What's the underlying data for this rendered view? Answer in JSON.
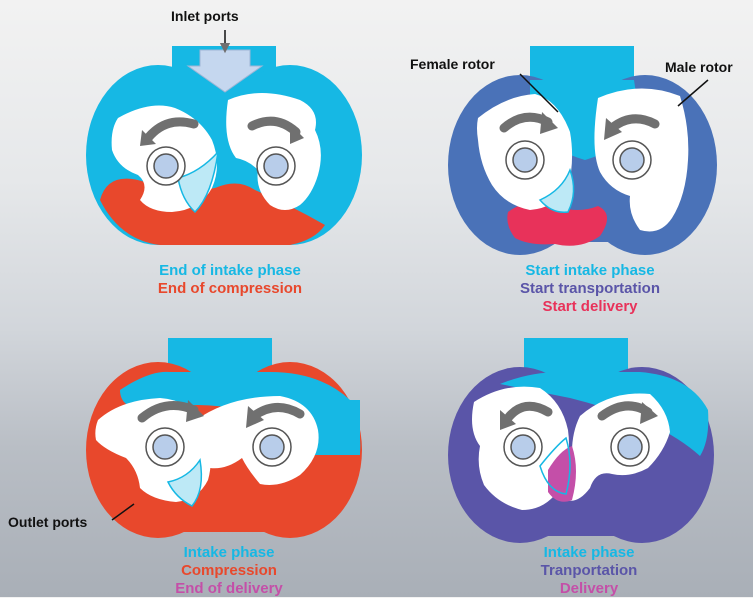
{
  "colors": {
    "intake": "#16b8e4",
    "compression": "#e8482c",
    "delivery_start": "#e8325a",
    "delivery": "#c44fa8",
    "transport": "#5a55a8",
    "transport_start": "#4a72b8",
    "rotor": "#ffffff",
    "shaft": "#b8cdea",
    "arrow": "#707070"
  },
  "callouts": {
    "inlet_ports": "Inlet ports",
    "female_rotor": "Female rotor",
    "male_rotor": "Male rotor",
    "outlet_ports": "Outlet ports"
  },
  "panels": [
    {
      "captions": [
        "End of intake phase",
        "End of compression"
      ]
    },
    {
      "captions": [
        "Start intake phase",
        "Start transportation",
        "Start delivery"
      ]
    },
    {
      "captions": [
        "Intake phase",
        "Compression",
        "End of delivery"
      ]
    },
    {
      "captions": [
        "Intake phase",
        "Tranportation",
        "Delivery"
      ]
    }
  ]
}
